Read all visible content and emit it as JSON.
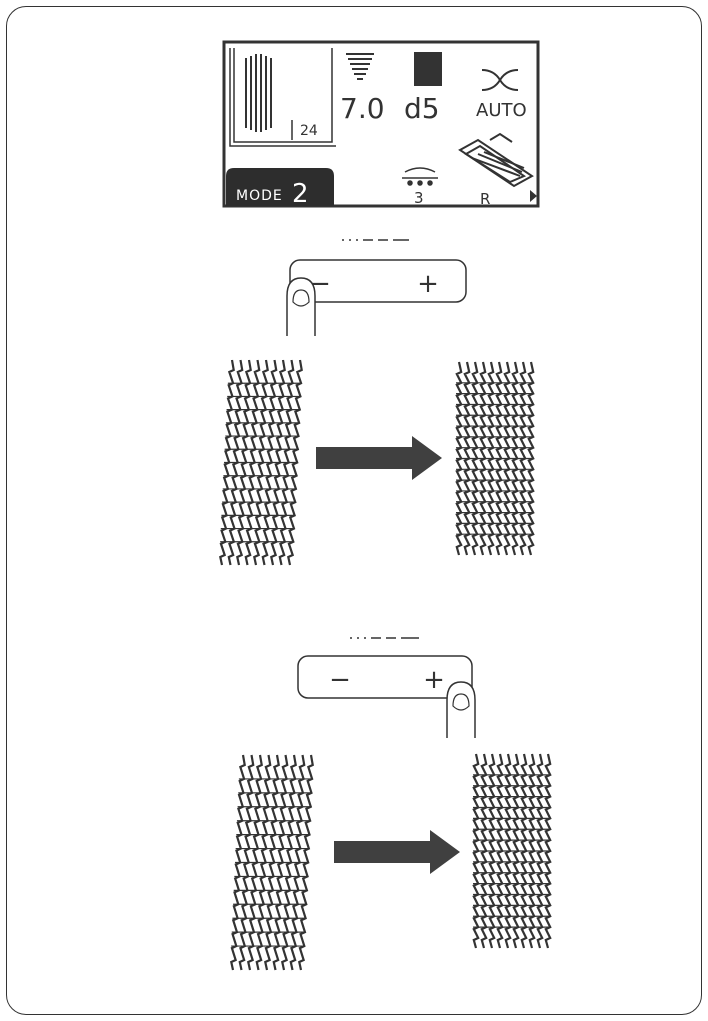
{
  "lcd": {
    "pattern_number": "24",
    "stitch_width_value": "7.0",
    "stitch_length_value": "d5",
    "auto_label": "AUTO",
    "mode_label": "MODE",
    "mode_value": "2",
    "feed_value": "3",
    "foot_letter": "R"
  },
  "panels": [
    {
      "pressed_key": "minus",
      "minus_symbol": "−",
      "plus_symbol": "+"
    },
    {
      "pressed_key": "plus",
      "minus_symbol": "−",
      "plus_symbol": "+"
    }
  ],
  "colors": {
    "ink": "#333333",
    "lcd_bg": "#ffffff",
    "arrow": "#404040"
  }
}
